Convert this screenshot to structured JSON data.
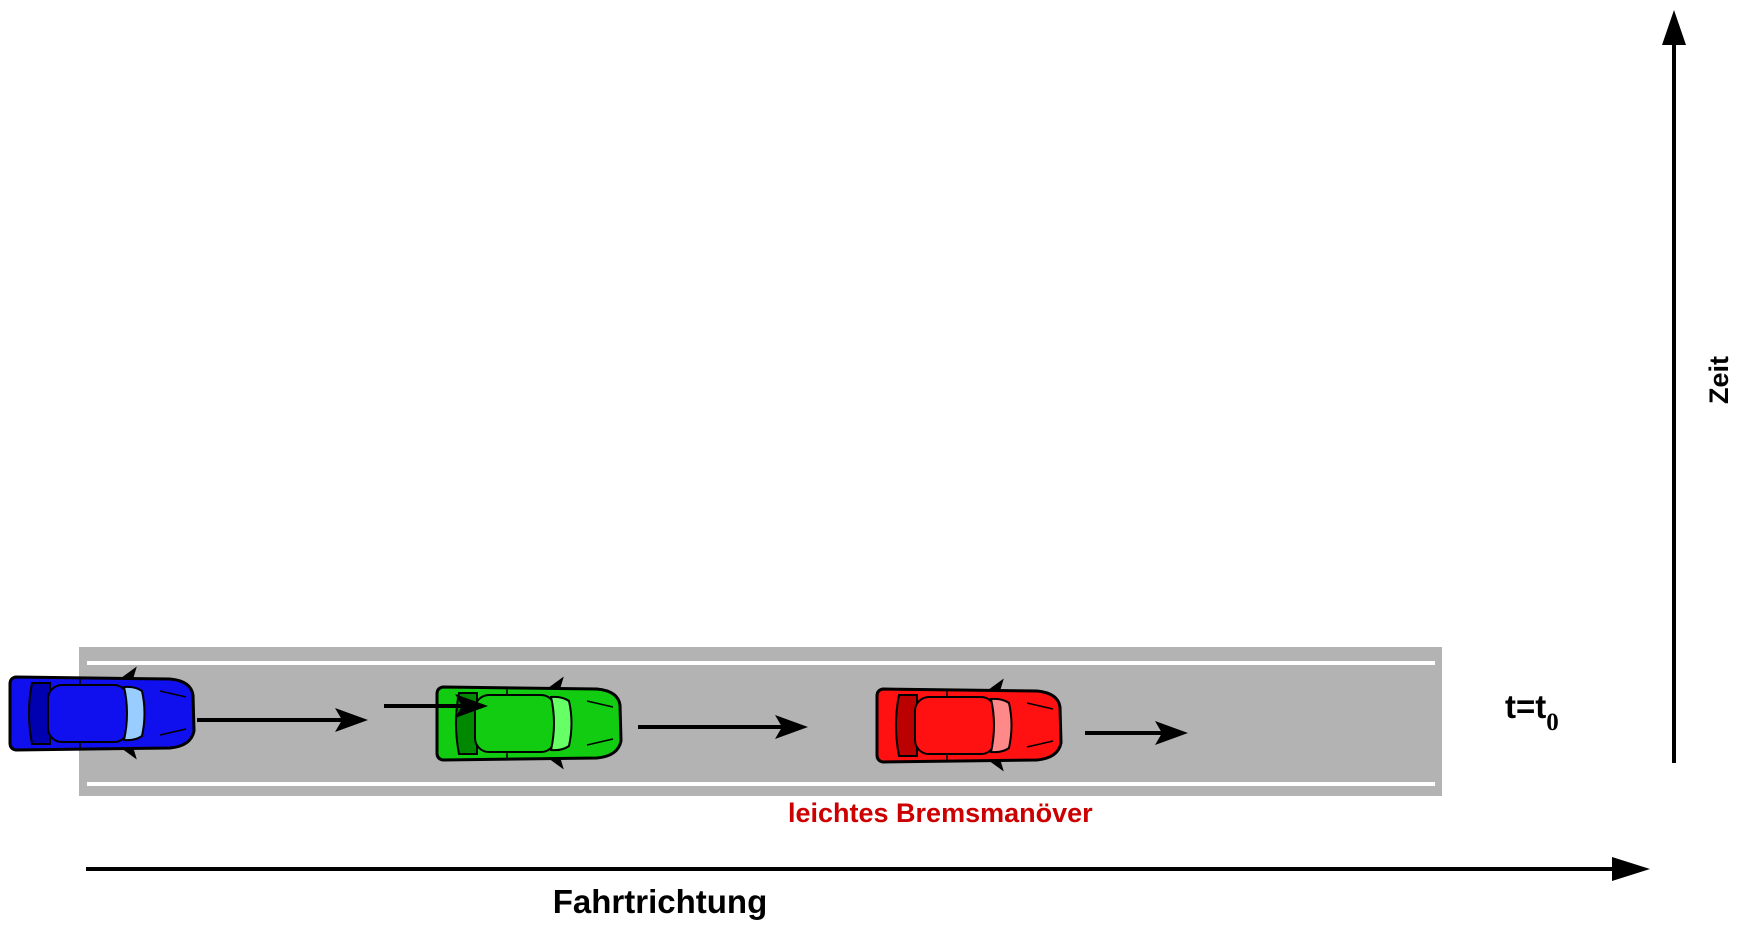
{
  "labels": {
    "time_axis": "Zeit",
    "direction_axis": "Fahrtrichtung",
    "time_marker_base": "t=t",
    "time_marker_sub": "0",
    "event_note": "leichtes Bremsmanöver"
  },
  "cars": [
    {
      "name": "blue-car",
      "body": "#1010ee",
      "dark": "#0000b0",
      "glass": "#99ccff"
    },
    {
      "name": "green-car",
      "body": "#11cc11",
      "dark": "#008800",
      "glass": "#66ff66"
    },
    {
      "name": "red-car",
      "body": "#ff1111",
      "dark": "#bb0000",
      "glass": "#ff8888"
    }
  ],
  "colors": {
    "road": "#b3b3b3",
    "lane_line": "#ffffff",
    "note": "#cc0000",
    "axis": "#000000"
  }
}
